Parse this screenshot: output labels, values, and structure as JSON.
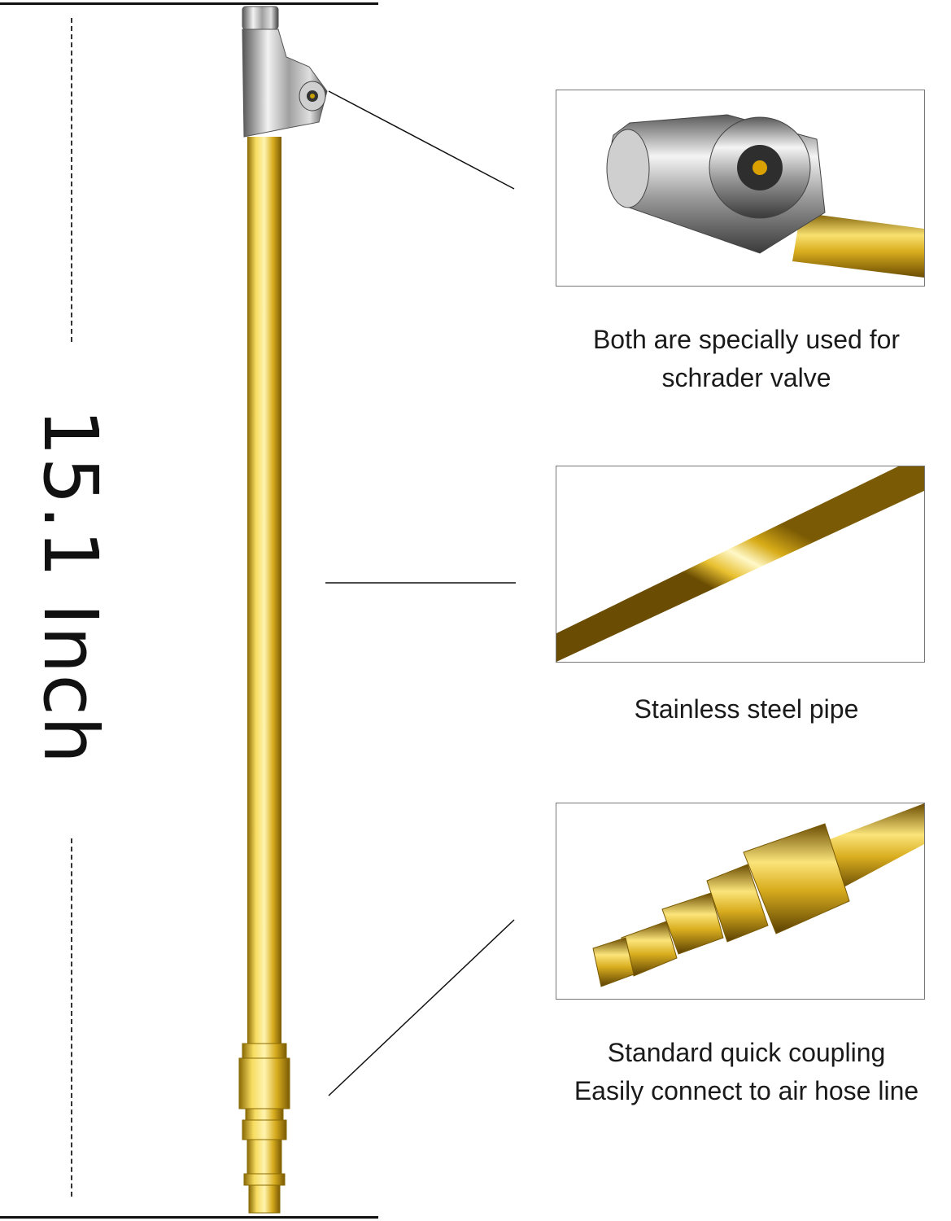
{
  "dimension": {
    "length_label": "15.1 Inch"
  },
  "features": [
    {
      "caption_lines": [
        "Both are specially used for",
        "schrader valve"
      ],
      "image_icon": "chuck-closeup"
    },
    {
      "caption_lines": [
        "Stainless steel pipe"
      ],
      "image_icon": "pipe-closeup"
    },
    {
      "caption_lines": [
        "Standard quick coupling",
        "Easily connect to air hose line"
      ],
      "image_icon": "coupler-closeup"
    }
  ],
  "colors": {
    "brass": "#d9b020",
    "chrome": "#b8b8b8",
    "line": "#111111"
  }
}
